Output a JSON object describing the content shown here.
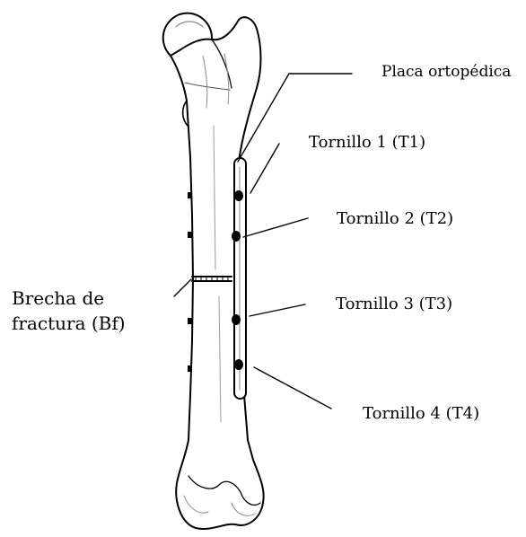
{
  "labels": {
    "plate": "Placa ortopédica",
    "screw1": "Tornillo 1 (T1)",
    "screw2": "Tornillo 2 (T2)",
    "screw3": "Tornillo 3 (T3)",
    "screw4": "Tornillo 4 (T4)",
    "fracture_gap_line1": "Brecha de",
    "fracture_gap_line2": "fractura (Bf)"
  },
  "colors": {
    "ink": "#000000",
    "bone_fill": "#ffffff",
    "shading": "#8a8a8a",
    "background": "#ffffff"
  }
}
